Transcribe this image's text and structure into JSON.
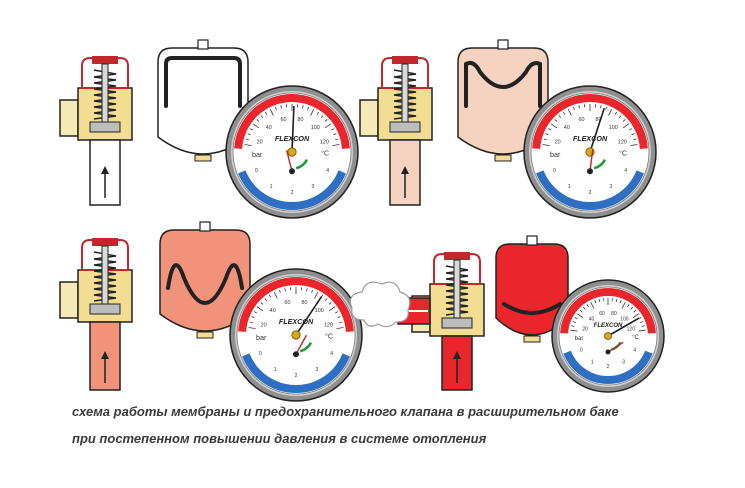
{
  "caption": {
    "line1": "схема работы мембраны и предохранительного клапана в расширительном баке",
    "line2": "при постепенном повышении давления в системе отопления"
  },
  "gauge": {
    "brand": "FLEXCON",
    "temp_unit": "°C",
    "pressure_unit": "bar",
    "temp_ticks": [
      "20",
      "40",
      "60",
      "80",
      "100",
      "120"
    ],
    "pressure_ticks": [
      "0",
      "1",
      "2",
      "3",
      "4"
    ]
  },
  "colors": {
    "outline": "#222222",
    "cold": "#ffffff",
    "warm": "#f6d2c0",
    "hot": "#f0937a",
    "boiling": "#e8262b",
    "gauge_red": "#e8262b",
    "gauge_blue": "#2f6fc3",
    "gauge_green": "#1f9a3a",
    "needle": "#1d1d1d",
    "knob": "#d9a818"
  },
  "stages": [
    {
      "id": "stage-1",
      "water": "cold",
      "membrane_state": "rest",
      "valve_open": false,
      "temp_needle": 62,
      "pressure_needle": 1.6
    },
    {
      "id": "stage-2",
      "water": "warm",
      "membrane_state": "slight-expansion",
      "valve_open": false,
      "temp_needle": 75,
      "pressure_needle": 2.2
    },
    {
      "id": "stage-3",
      "water": "hot",
      "membrane_state": "strong-expansion",
      "valve_open": false,
      "temp_needle": 88,
      "pressure_needle": 2.8
    },
    {
      "id": "stage-4",
      "water": "boiling",
      "membrane_state": "full-expansion",
      "valve_open": true,
      "temp_needle": 110,
      "pressure_needle": 3.6
    }
  ]
}
